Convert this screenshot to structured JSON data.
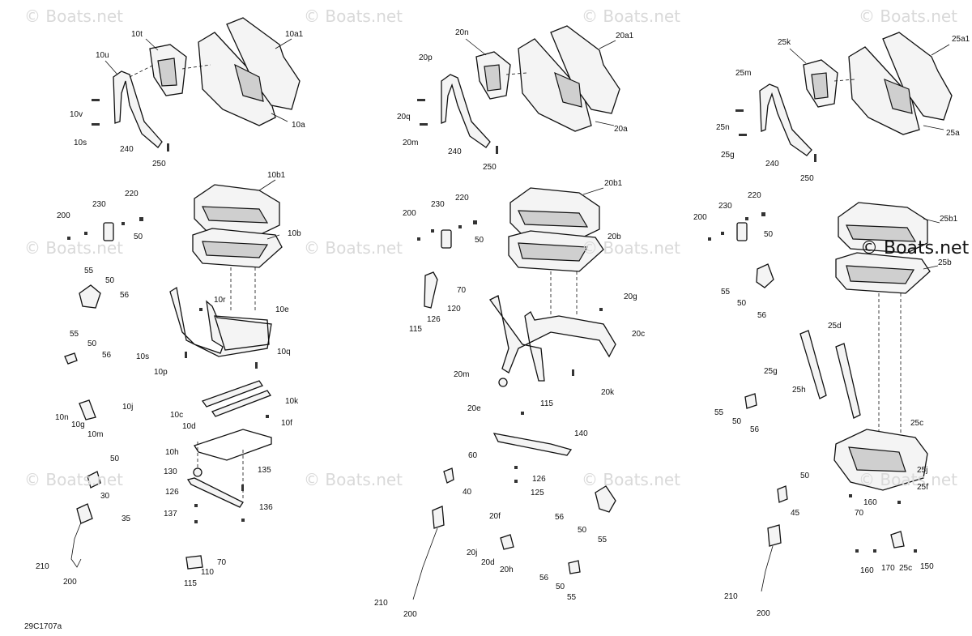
{
  "watermarks": [
    {
      "text": "© Boats.net"
    },
    {
      "text": "© Boats.net"
    },
    {
      "text": "© Boats.net"
    },
    {
      "text": "© Boats.net"
    },
    {
      "text": "© Boats.net"
    },
    {
      "text": "© Boats.net"
    },
    {
      "text": "© Boats.net"
    },
    {
      "text": "© Boats.net"
    },
    {
      "text": "© Boats.net"
    },
    {
      "text": "© Boats.net"
    },
    {
      "text": "© Boats.net"
    }
  ],
  "watermark_large": "© Boats.net",
  "drawing_code": "29C1707a",
  "labels": {
    "left": [
      "10t",
      "10a1",
      "10u",
      "10v",
      "10s",
      "240",
      "250",
      "10a",
      "10b1",
      "200",
      "230",
      "220",
      "50",
      "10b",
      "55",
      "50",
      "56",
      "10r",
      "10e",
      "55",
      "50",
      "56",
      "10s",
      "10p",
      "10q",
      "10j",
      "10n",
      "10g",
      "10m",
      "10c",
      "10d",
      "10k",
      "10f",
      "10h",
      "50",
      "130",
      "135",
      "30",
      "126",
      "137",
      "136",
      "35",
      "210",
      "200",
      "70",
      "110",
      "115"
    ],
    "middle": [
      "20n",
      "20a1",
      "20p",
      "20q",
      "20m",
      "240",
      "250",
      "20a",
      "20b1",
      "200",
      "230",
      "220",
      "50",
      "20b",
      "70",
      "120",
      "126",
      "115",
      "20g",
      "20c",
      "20m",
      "20k",
      "20e",
      "115",
      "140",
      "60",
      "40",
      "126",
      "125",
      "56",
      "50",
      "55",
      "20f",
      "20j",
      "20d",
      "20h",
      "56",
      "50",
      "55",
      "210",
      "200"
    ],
    "right": [
      "25k",
      "25a1",
      "25m",
      "25n",
      "25g",
      "240",
      "250",
      "25a",
      "25b1",
      "200",
      "230",
      "220",
      "50",
      "25b",
      "55",
      "50",
      "56",
      "25d",
      "25g",
      "25h",
      "55",
      "50",
      "56",
      "25c",
      "50",
      "25j",
      "25f",
      "160",
      "70",
      "45",
      "160",
      "170",
      "25c",
      "150",
      "210",
      "200"
    ]
  }
}
